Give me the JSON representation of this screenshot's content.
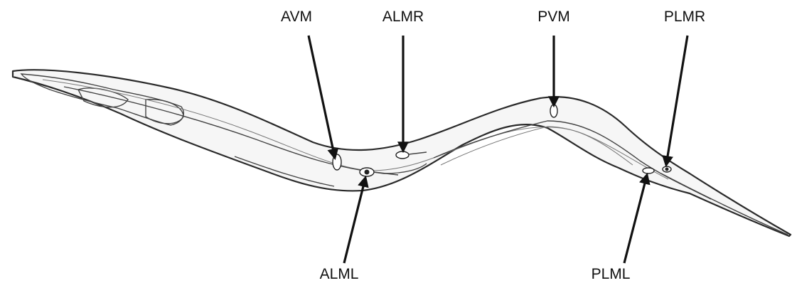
{
  "labels": {
    "avm": "AVM",
    "almr": "ALMR",
    "pvm": "PVM",
    "plmr": "PLMR",
    "alml": "ALML",
    "plml": "PLML"
  },
  "colors": {
    "ink": "#111111",
    "body_fill": "#f6f6f6",
    "background": "#ffffff"
  }
}
